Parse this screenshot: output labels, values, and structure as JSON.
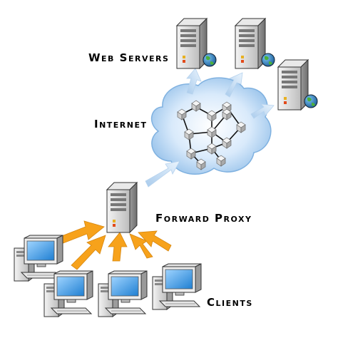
{
  "labels": {
    "web_servers": "Web Servers",
    "internet": "Internet",
    "forward_proxy": "Forward Proxy",
    "clients": "Clients"
  },
  "icons": {
    "server": "server-tower-icon",
    "globe": "globe-icon",
    "cloud": "internet-cloud-icon",
    "client": "desktop-computer-icon"
  },
  "colors": {
    "client_arrow": "#f7a21b",
    "internet_arrow": "#cfe4f7",
    "cloud_fill": "#c8e0f8",
    "server_body": "#d8d8d8",
    "globe": "#2c86c9",
    "screen": "#2f93e0"
  }
}
